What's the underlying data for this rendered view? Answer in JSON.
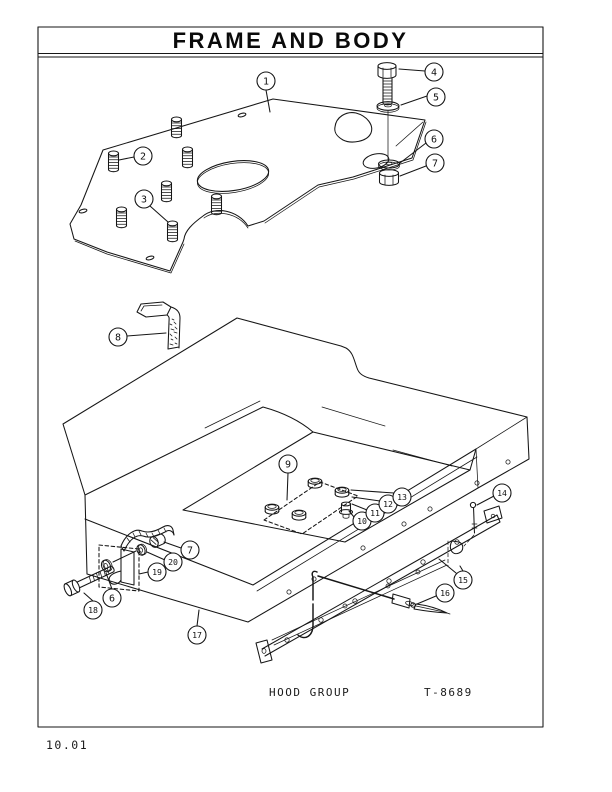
{
  "page": {
    "title": "FRAME AND BODY",
    "caption": "HOOD GROUP",
    "drawing_number": "T-8689",
    "page_number": "10.01"
  },
  "diagram": {
    "description": "Exploded parts view of hood group",
    "callouts": [
      {
        "label": "1"
      },
      {
        "label": "2"
      },
      {
        "label": "3"
      },
      {
        "label": "4"
      },
      {
        "label": "5"
      },
      {
        "label": "6"
      },
      {
        "label": "7"
      },
      {
        "label": "8"
      },
      {
        "label": "9"
      },
      {
        "label": "10"
      },
      {
        "label": "11"
      },
      {
        "label": "12"
      },
      {
        "label": "13"
      },
      {
        "label": "14"
      },
      {
        "label": "15"
      },
      {
        "label": "16"
      },
      {
        "label": "17"
      },
      {
        "label": "18"
      },
      {
        "label": "6"
      },
      {
        "label": "19"
      },
      {
        "label": "20"
      },
      {
        "label": "7"
      }
    ]
  }
}
